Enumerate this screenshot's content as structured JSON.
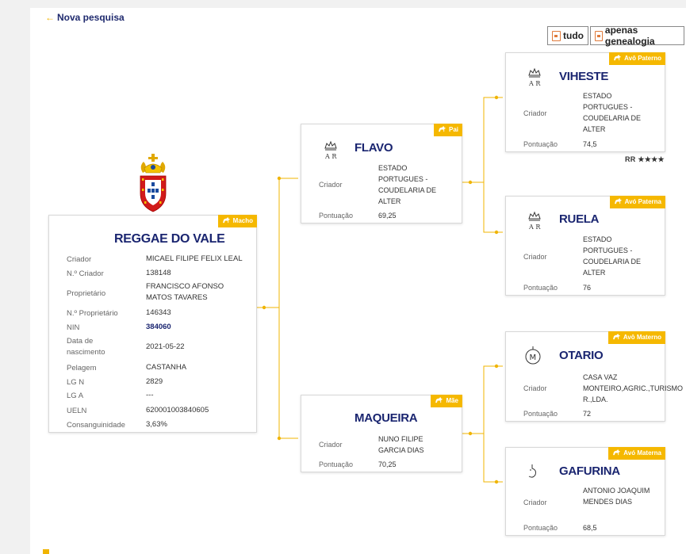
{
  "nav": {
    "back_label": "Nova pesquisa"
  },
  "pdf": {
    "all_label": "tudo",
    "genealogy_label": "apenas genealogia"
  },
  "main": {
    "badge": "Macho",
    "name": "REGGAE DO VALE",
    "fields": [
      {
        "label": "Criador",
        "value": "MICAEL FILIPE FELIX LEAL"
      },
      {
        "label": "N.º Criador",
        "value": "138148"
      },
      {
        "label": "Proprietário",
        "value": "FRANCISCO AFONSO MATOS TAVARES"
      },
      {
        "label": "N.º Proprietário",
        "value": "146343"
      },
      {
        "label": "NIN",
        "value": "384060"
      },
      {
        "label": "Data de nascimento",
        "value": "2021-05-22"
      },
      {
        "label": "Pelagem",
        "value": "CASTANHA"
      },
      {
        "label": "LG N",
        "value": "2829"
      },
      {
        "label": "LG A",
        "value": "---"
      },
      {
        "label": "UELN",
        "value": "620001003840605"
      },
      {
        "label": "Consanguinidade",
        "value": "3,63%"
      }
    ]
  },
  "sire": {
    "badge": "Pai",
    "name": "FLAVO",
    "breeder_label": "Criador",
    "breeder": "ESTADO PORTUGUES - COUDELARIA DE ALTER",
    "score_label": "Pontuação",
    "score": "69,25"
  },
  "dam": {
    "badge": "Mãe",
    "name": "MAQUEIRA",
    "breeder_label": "Criador",
    "breeder": "NUNO FILIPE GARCIA DIAS",
    "score_label": "Pontuação",
    "score": "70,25"
  },
  "pgs": {
    "badge": "Avô Paterno",
    "name": "VIHESTE",
    "breeder_label": "Criador",
    "breeder": "ESTADO PORTUGUES - COUDELARIA DE ALTER",
    "score_label": "Pontuação",
    "score": "74,5",
    "rating": "RR ★★★★"
  },
  "pgd": {
    "badge": "Avó Paterna",
    "name": "RUELA",
    "breeder_label": "Criador",
    "breeder": "ESTADO PORTUGUES - COUDELARIA DE ALTER",
    "score_label": "Pontuação",
    "score": "76"
  },
  "mgs": {
    "badge": "Avô Materno",
    "name": "OTARIO",
    "breeder_label": "Criador",
    "breeder": "CASA VAZ MONTEIRO,AGRIC.,TURISMO R.,LDA.",
    "score_label": "Pontuação",
    "score": "72"
  },
  "mgd": {
    "badge": "Avó Materna",
    "name": "GAFURINA",
    "breeder_label": "Criador",
    "breeder": "ANTONIO JOAQUIM MENDES DIAS",
    "score_label": "Pontuação",
    "score": "68,5"
  },
  "colors": {
    "accent": "#f5b800",
    "name": "#1a2570",
    "line": "#f0b400"
  }
}
